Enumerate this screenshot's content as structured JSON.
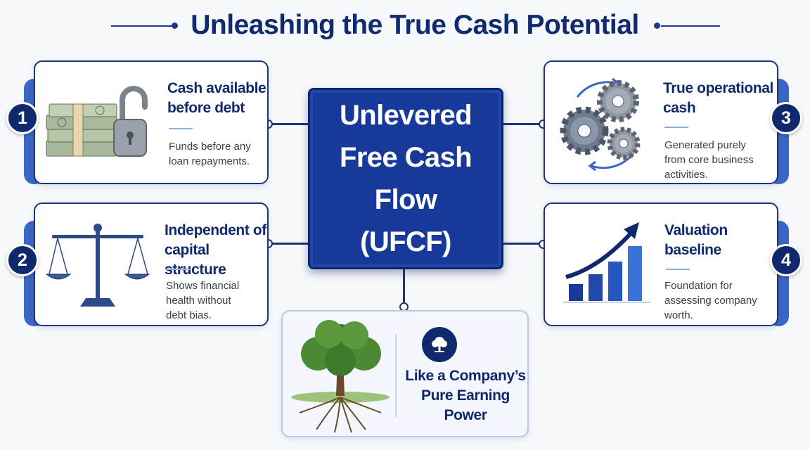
{
  "title": "Unleashing the True Cash Potential",
  "center": {
    "line1": "Unlevered",
    "line2": "Free Cash Flow",
    "line3": "(UFCF)"
  },
  "cards": [
    {
      "number": "1",
      "title_line1": "Cash available",
      "title_line2": "before debt",
      "desc_line1": "Funds before any",
      "desc_line2": "loan repayments.",
      "desc_line3": "",
      "icon": "money-lock-icon"
    },
    {
      "number": "2",
      "title_line1": "Independent of",
      "title_line2": "capital structure",
      "desc_line1": "Shows financial",
      "desc_line2": "health without",
      "desc_line3": "debt bias.",
      "icon": "balance-scale-icon"
    },
    {
      "number": "3",
      "title_line1": "True operational",
      "title_line2": "cash",
      "desc_line1": "Generated purely",
      "desc_line2": "from core business",
      "desc_line3": "activities.",
      "icon": "gears-icon"
    },
    {
      "number": "4",
      "title_line1": "Valuation",
      "title_line2": "baseline",
      "desc_line1": "Foundation for",
      "desc_line2": "assessing company",
      "desc_line3": "worth.",
      "icon": "growth-chart-icon"
    }
  ],
  "bottom": {
    "line1": "Like a Company’s",
    "line2": "Pure Earning Power",
    "icon": "tree-icon"
  },
  "colors": {
    "navy": "#10296d",
    "accent": "#3a67c6",
    "center_fill": "#17399a"
  }
}
